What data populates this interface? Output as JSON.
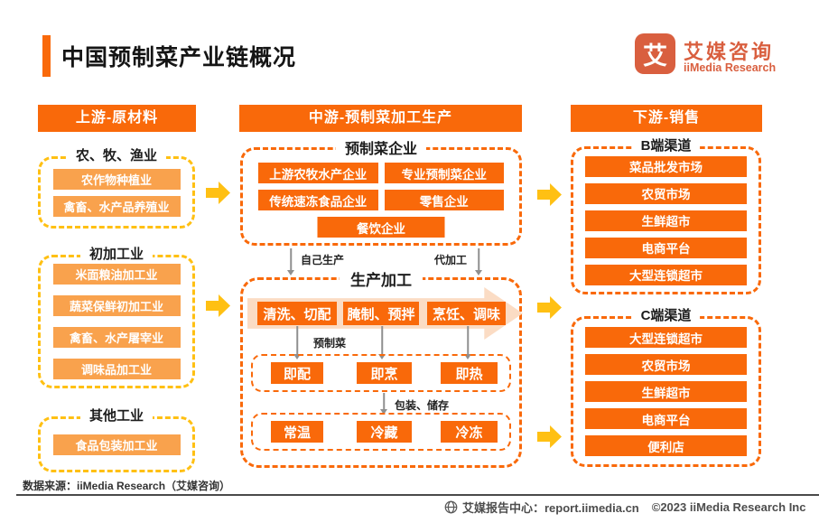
{
  "page": {
    "title": "中国预制菜产业链概况",
    "source_note": "数据来源：iiMedia Research（艾媒咨询）",
    "footer_center": "艾媒报告中心：report.iimedia.cn",
    "footer_copyright": "©2023  iiMedia Research Inc"
  },
  "logo": {
    "mark": "艾",
    "name_cn": "艾媒咨询",
    "name_en": "iiMedia Research"
  },
  "upstream": {
    "header": "上游-原材料",
    "groups": [
      {
        "title": "农、牧、渔业",
        "items": [
          "农作物种植业",
          "禽畜、水产品养殖业"
        ]
      },
      {
        "title": "初加工业",
        "items": [
          "米面粮油加工业",
          "蔬菜保鲜初加工业",
          "禽畜、水产屠宰业",
          "调味品加工业"
        ]
      },
      {
        "title": "其他工业",
        "items": [
          "食品包装加工业"
        ]
      }
    ]
  },
  "midstream": {
    "header": "中游-预制菜加工生产",
    "enterprises": {
      "title": "预制菜企业",
      "items": [
        "上游农牧水产企业",
        "专业预制菜企业",
        "传统速冻食品企业",
        "零售企业",
        "餐饮企业"
      ]
    },
    "flow_labels": {
      "self_production": "自己生产",
      "oem": "代加工",
      "prepared_dish": "预制菜",
      "packaging_storage": "包装、储存"
    },
    "processing": {
      "title": "生产加工",
      "steps": [
        "清洗、切配",
        "腌制、预拌",
        "烹饪、调味"
      ],
      "ready_types": [
        "即配",
        "即烹",
        "即热"
      ],
      "storage_types": [
        "常温",
        "冷藏",
        "冷冻"
      ]
    }
  },
  "downstream": {
    "header": "下游-销售",
    "groups": [
      {
        "title": "B端渠道",
        "items": [
          "菜品批发市场",
          "农贸市场",
          "生鲜超市",
          "电商平台",
          "大型连锁超市"
        ]
      },
      {
        "title": "C端渠道",
        "items": [
          "大型连锁超市",
          "农贸市场",
          "生鲜超市",
          "电商平台",
          "便利店"
        ]
      }
    ]
  },
  "colors": {
    "accent_orange": "#F9690A",
    "light_orange": "#F9A24D",
    "gold_yellow": "#FFC013",
    "pale_arrow": "#FBDCC4",
    "logo_orange": "#D95F3F"
  }
}
